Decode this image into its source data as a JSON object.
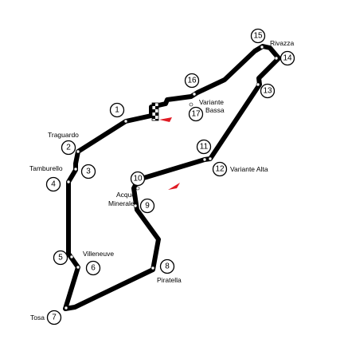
{
  "track": {
    "accent_color": "#e01b24",
    "line_color": "#000000"
  },
  "corners": [
    {
      "number": "1",
      "name": ""
    },
    {
      "number": "2",
      "name": "Traguardo"
    },
    {
      "number": "3",
      "name": ""
    },
    {
      "number": "4",
      "name": "Tamburello"
    },
    {
      "number": "5",
      "name": ""
    },
    {
      "number": "6",
      "name": "Villeneuve"
    },
    {
      "number": "7",
      "name": "Tosa"
    },
    {
      "number": "8",
      "name": "Piratella"
    },
    {
      "number": "9",
      "name": ""
    },
    {
      "number": "10",
      "name": "Acque Minerale"
    },
    {
      "number": "11",
      "name": ""
    },
    {
      "number": "12",
      "name": "Variante Alta"
    },
    {
      "number": "13",
      "name": ""
    },
    {
      "number": "14",
      "name": ""
    },
    {
      "number": "15",
      "name": "Rivazza"
    },
    {
      "number": "16",
      "name": ""
    },
    {
      "number": "17",
      "name": "Variante Bassa"
    }
  ],
  "labels": {
    "traguardo": "Traguardo",
    "tamburello": "Tamburello",
    "villeneuve": "Villeneuve",
    "tosa": "Tosa",
    "piratella": "Piratella",
    "acque_1": "Acque",
    "acque_2": "Minerale",
    "variante_alta": "Variante Alta",
    "rivazza": "Rivazza",
    "variante_bassa_1": "Variante",
    "variante_bassa_2": "Bassa"
  }
}
